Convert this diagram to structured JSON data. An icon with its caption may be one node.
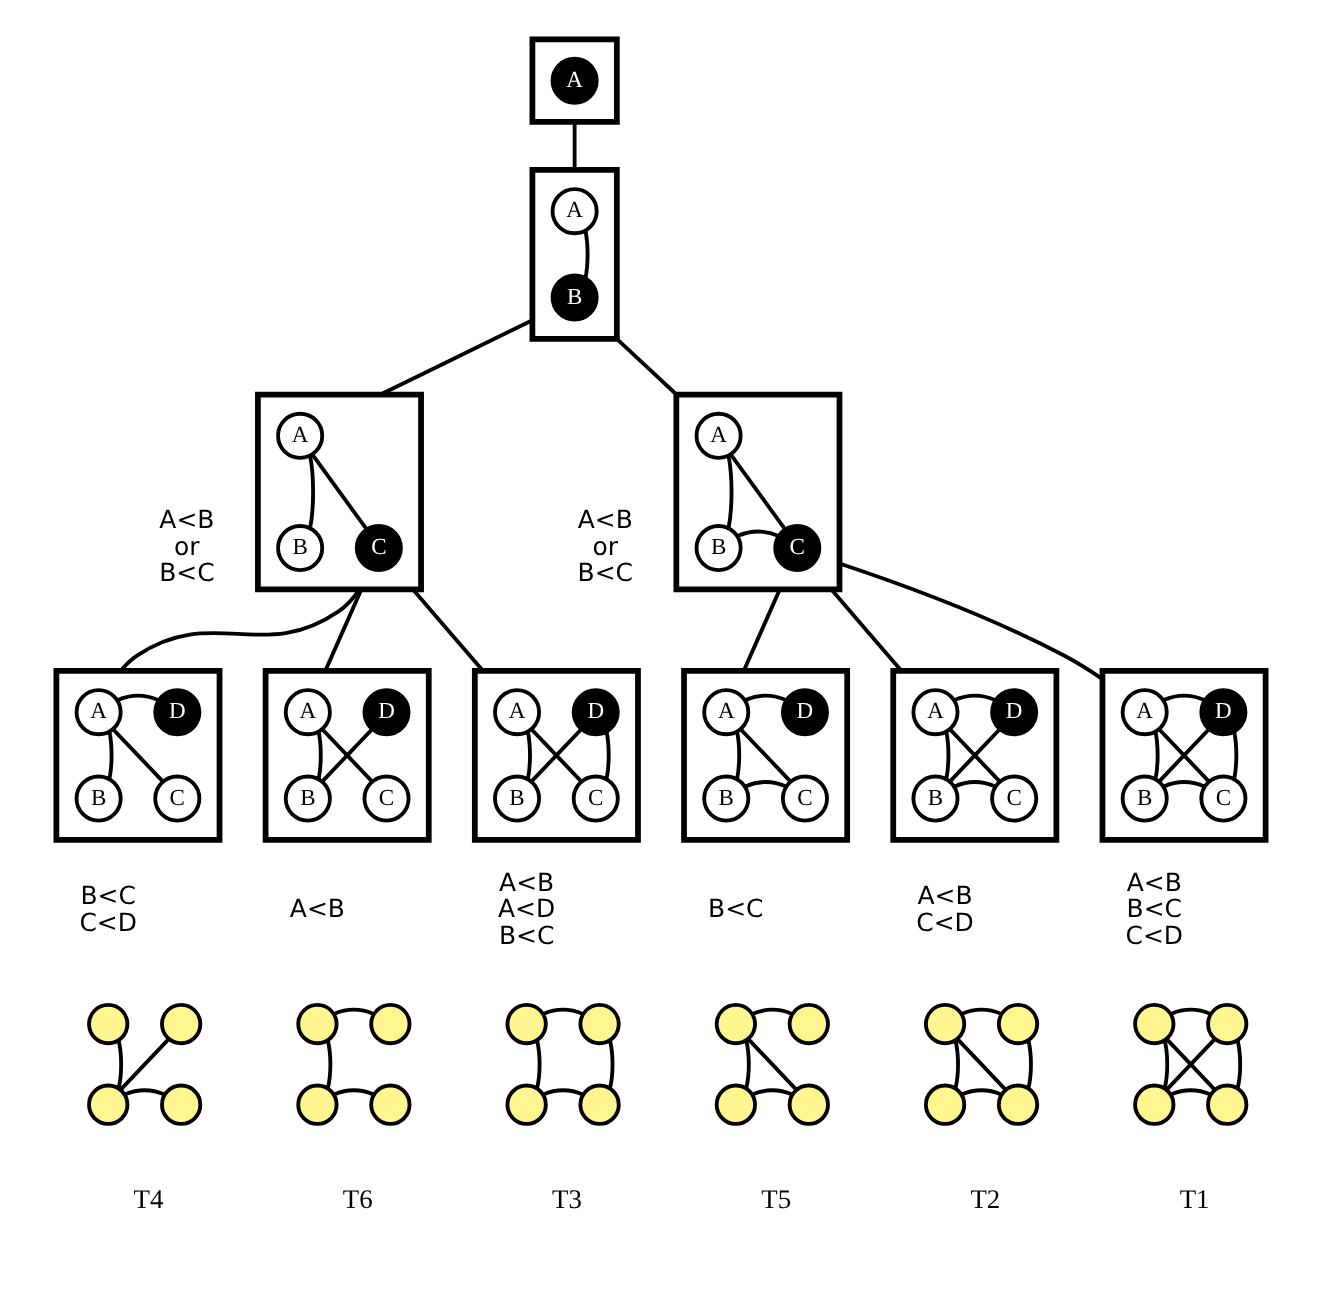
{
  "diagram": {
    "nodes": [
      {
        "text": [],
        "shape": "box"
      },
      {
        "text": [
          "A"
        ],
        "in": 0
      },
      {
        "text": [],
        "shape": "box"
      },
      {
        "text": [
          "A"
        ],
        "in": 2
      },
      {
        "text": [
          "B"
        ],
        "in": 2
      },
      {
        "text": [],
        "shape": "box",
        "beside": [
          "A<B",
          "or",
          "B<C"
        ]
      },
      {
        "text": [
          "A"
        ],
        "in": 5
      },
      {
        "text": [
          "B"
        ],
        "in": 5
      },
      {
        "text": [
          "C"
        ],
        "in": 5
      },
      {
        "text": [],
        "shape": "box",
        "beside": [
          "A<B",
          "or",
          "B<C"
        ]
      },
      {
        "text": [
          "A"
        ],
        "in": 9
      },
      {
        "text": [
          "B"
        ],
        "in": 9
      },
      {
        "text": [
          "C"
        ],
        "in": 9
      },
      {
        "text": [],
        "shape": "box",
        "beside": [
          "B<C",
          "C<D"
        ]
      },
      {
        "text": [
          "A"
        ],
        "in": 13
      },
      {
        "text": [
          "D"
        ],
        "in": 13
      },
      {
        "text": [
          "B"
        ],
        "in": 13
      },
      {
        "text": [
          "C"
        ],
        "in": 13
      },
      {
        "text": [],
        "shape": "box",
        "beside": [
          "A<B"
        ]
      },
      {
        "text": [
          "A"
        ],
        "in": 18
      },
      {
        "text": [
          "D"
        ],
        "in": 18
      },
      {
        "text": [
          "B"
        ],
        "in": 18
      },
      {
        "text": [
          "C"
        ],
        "in": 18
      },
      {
        "text": [],
        "shape": "box",
        "beside": [
          "A<B",
          "A<D",
          "B<C"
        ]
      },
      {
        "text": [
          "A"
        ],
        "in": 23
      },
      {
        "text": [
          "D"
        ],
        "in": 23
      },
      {
        "text": [
          "B"
        ],
        "in": 23
      },
      {
        "text": [
          "C"
        ],
        "in": 23
      },
      {
        "text": [],
        "shape": "box",
        "beside": [
          "B<C"
        ]
      },
      {
        "text": [
          "A"
        ],
        "in": 28
      },
      {
        "text": [
          "D"
        ],
        "in": 28
      },
      {
        "text": [
          "B"
        ],
        "in": 28
      },
      {
        "text": [
          "C"
        ],
        "in": 28
      },
      {
        "text": [],
        "shape": "box",
        "beside": [
          "A<B",
          "C<D"
        ]
      },
      {
        "text": [
          "A"
        ],
        "in": 33
      },
      {
        "text": [
          "D"
        ],
        "in": 33
      },
      {
        "text": [
          "B"
        ],
        "in": 33
      },
      {
        "text": [
          "C"
        ],
        "in": 33
      },
      {
        "text": [],
        "shape": "box",
        "beside": [
          "A<B",
          "B<C",
          "C<D"
        ]
      },
      {
        "text": [
          "A"
        ],
        "in": 38
      },
      {
        "text": [
          "D"
        ],
        "in": 38
      },
      {
        "text": [
          "B"
        ],
        "in": 38
      },
      {
        "text": [
          "C"
        ],
        "in": 38
      },
      {
        "text": [],
        "shape": "circle"
      },
      {
        "text": [],
        "shape": "circle"
      },
      {
        "text": [],
        "shape": "circle"
      },
      {
        "text": [],
        "shape": "circle"
      },
      {
        "text": [],
        "shape": "circle"
      },
      {
        "text": [],
        "shape": "circle"
      },
      {
        "text": [],
        "shape": "circle"
      },
      {
        "text": [],
        "shape": "circle"
      },
      {
        "text": [],
        "shape": "circle"
      },
      {
        "text": [],
        "shape": "circle"
      },
      {
        "text": [],
        "shape": "circle"
      },
      {
        "text": [],
        "shape": "circle"
      },
      {
        "text": [],
        "shape": "circle"
      },
      {
        "text": [],
        "shape": "circle"
      },
      {
        "text": [],
        "shape": "circle"
      },
      {
        "text": [],
        "shape": "circle"
      },
      {
        "text": [],
        "shape": "circle"
      },
      {
        "text": [],
        "shape": "circle"
      },
      {
        "text": [],
        "shape": "circle"
      },
      {
        "text": [],
        "shape": "circle"
      },
      {
        "text": [],
        "shape": "circle"
      },
      {
        "text": [],
        "shape": "circle"
      },
      {
        "text": [],
        "shape": "circle"
      },
      {
        "text": [],
        "shape": "circle"
      }
    ],
    "edges": [
      {
        "from": 0,
        "to": 2,
        "arrow": "none"
      },
      {
        "from": 2,
        "to": 5,
        "arrow": "none"
      },
      {
        "from": 2,
        "to": 9,
        "arrow": "none"
      },
      {
        "from": 5,
        "to": 13,
        "arrow": "none"
      },
      {
        "from": 5,
        "to": 18,
        "arrow": "none"
      },
      {
        "from": 5,
        "to": 23,
        "arrow": "none"
      },
      {
        "from": 9,
        "to": 28,
        "arrow": "none"
      },
      {
        "from": 9,
        "to": 33,
        "arrow": "none"
      },
      {
        "from": 9,
        "to": 38,
        "arrow": "none"
      },
      {
        "from": 3,
        "to": 4,
        "arrow": "none"
      },
      {
        "from": 6,
        "to": 7,
        "arrow": "none"
      },
      {
        "from": 6,
        "to": 8,
        "arrow": "none"
      },
      {
        "from": 10,
        "to": 11,
        "arrow": "none"
      },
      {
        "from": 10,
        "to": 12,
        "arrow": "none"
      },
      {
        "from": 11,
        "to": 12,
        "arrow": "none"
      },
      {
        "from": 14,
        "to": 15,
        "arrow": "none"
      },
      {
        "from": 14,
        "to": 16,
        "arrow": "none"
      },
      {
        "from": 14,
        "to": 17,
        "arrow": "none"
      },
      {
        "from": 19,
        "to": 21,
        "arrow": "none"
      },
      {
        "from": 19,
        "to": 22,
        "arrow": "none"
      },
      {
        "from": 20,
        "to": 21,
        "arrow": "none"
      },
      {
        "from": 24,
        "to": 26,
        "arrow": "none"
      },
      {
        "from": 24,
        "to": 27,
        "arrow": "none"
      },
      {
        "from": 25,
        "to": 26,
        "arrow": "none"
      },
      {
        "from": 25,
        "to": 27,
        "arrow": "none"
      },
      {
        "from": 29,
        "to": 30,
        "arrow": "none"
      },
      {
        "from": 29,
        "to": 31,
        "arrow": "none"
      },
      {
        "from": 29,
        "to": 32,
        "arrow": "none"
      },
      {
        "from": 31,
        "to": 32,
        "arrow": "none"
      },
      {
        "from": 34,
        "to": 35,
        "arrow": "none"
      },
      {
        "from": 34,
        "to": 36,
        "arrow": "none"
      },
      {
        "from": 34,
        "to": 37,
        "arrow": "none"
      },
      {
        "from": 35,
        "to": 36,
        "arrow": "none"
      },
      {
        "from": 36,
        "to": 37,
        "arrow": "none"
      },
      {
        "from": 39,
        "to": 40,
        "arrow": "none"
      },
      {
        "from": 39,
        "to": 41,
        "arrow": "none"
      },
      {
        "from": 39,
        "to": 42,
        "arrow": "none"
      },
      {
        "from": 40,
        "to": 41,
        "arrow": "none"
      },
      {
        "from": 40,
        "to": 42,
        "arrow": "none"
      },
      {
        "from": 41,
        "to": 42,
        "arrow": "none"
      },
      {
        "from": 43,
        "to": 45,
        "arrow": "none"
      },
      {
        "from": 44,
        "to": 45,
        "arrow": "none"
      },
      {
        "from": 45,
        "to": 46,
        "arrow": "none"
      },
      {
        "from": 47,
        "to": 48,
        "arrow": "none"
      },
      {
        "from": 47,
        "to": 49,
        "arrow": "none"
      },
      {
        "from": 49,
        "to": 50,
        "arrow": "none"
      },
      {
        "from": 51,
        "to": 52,
        "arrow": "none"
      },
      {
        "from": 51,
        "to": 53,
        "arrow": "none"
      },
      {
        "from": 52,
        "to": 54,
        "arrow": "none"
      },
      {
        "from": 53,
        "to": 54,
        "arrow": "none"
      },
      {
        "from": 55,
        "to": 56,
        "arrow": "none"
      },
      {
        "from": 55,
        "to": 57,
        "arrow": "none"
      },
      {
        "from": 55,
        "to": 58,
        "arrow": "none"
      },
      {
        "from": 57,
        "to": 58,
        "arrow": "none"
      },
      {
        "from": 59,
        "to": 60,
        "arrow": "none"
      },
      {
        "from": 59,
        "to": 61,
        "arrow": "none"
      },
      {
        "from": 59,
        "to": 62,
        "arrow": "none"
      },
      {
        "from": 60,
        "to": 62,
        "arrow": "none"
      },
      {
        "from": 61,
        "to": 62,
        "arrow": "none"
      },
      {
        "from": 63,
        "to": 64,
        "arrow": "none"
      },
      {
        "from": 63,
        "to": 65,
        "arrow": "none"
      },
      {
        "from": 63,
        "to": 66,
        "arrow": "none"
      },
      {
        "from": 64,
        "to": 65,
        "arrow": "none"
      },
      {
        "from": 64,
        "to": 66,
        "arrow": "none"
      },
      {
        "from": 65,
        "to": 66,
        "arrow": "none"
      }
    ],
    "labels": [
      "T4",
      "T6",
      "T3",
      "T5",
      "T2",
      "T1"
    ]
  }
}
